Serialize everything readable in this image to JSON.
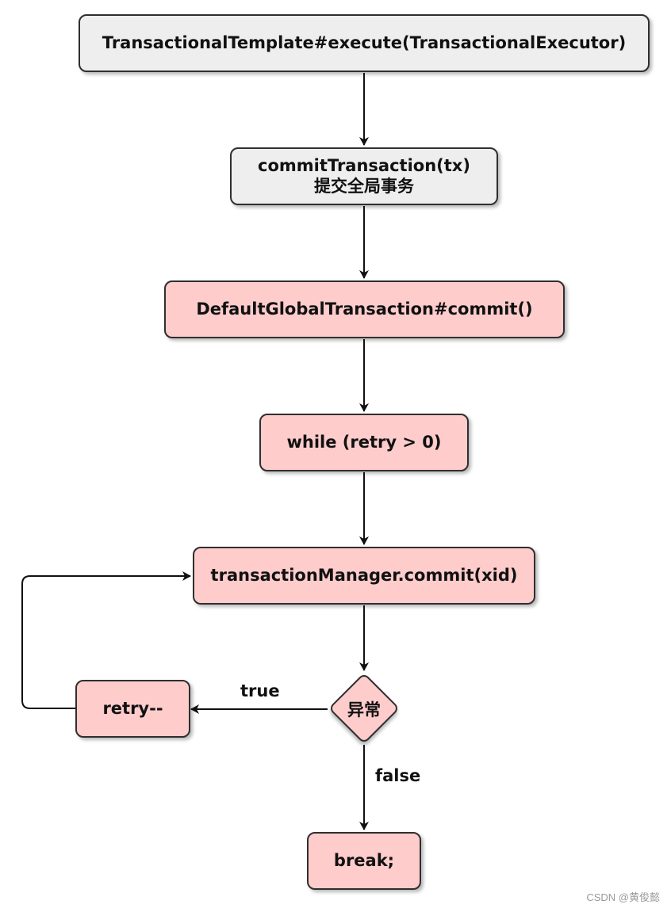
{
  "nodes": {
    "execute": "TransactionalTemplate#execute(TransactionalExecutor)",
    "commit_tx_line1": "commitTransaction(tx)",
    "commit_tx_line2": "提交全局事务",
    "global_commit": "DefaultGlobalTransaction#commit()",
    "while_loop": "while (retry > 0)",
    "tm_commit": "transactionManager.commit(xid)",
    "decision": "异常",
    "retry": "retry--",
    "break": "break;"
  },
  "edges": {
    "true_label": "true",
    "false_label": "false"
  },
  "watermark": "CSDN @黄俊懿",
  "colors": {
    "gray_fill": "#eeeeee",
    "pink_fill": "#ffcccc",
    "stroke": "#2f2f2f"
  }
}
